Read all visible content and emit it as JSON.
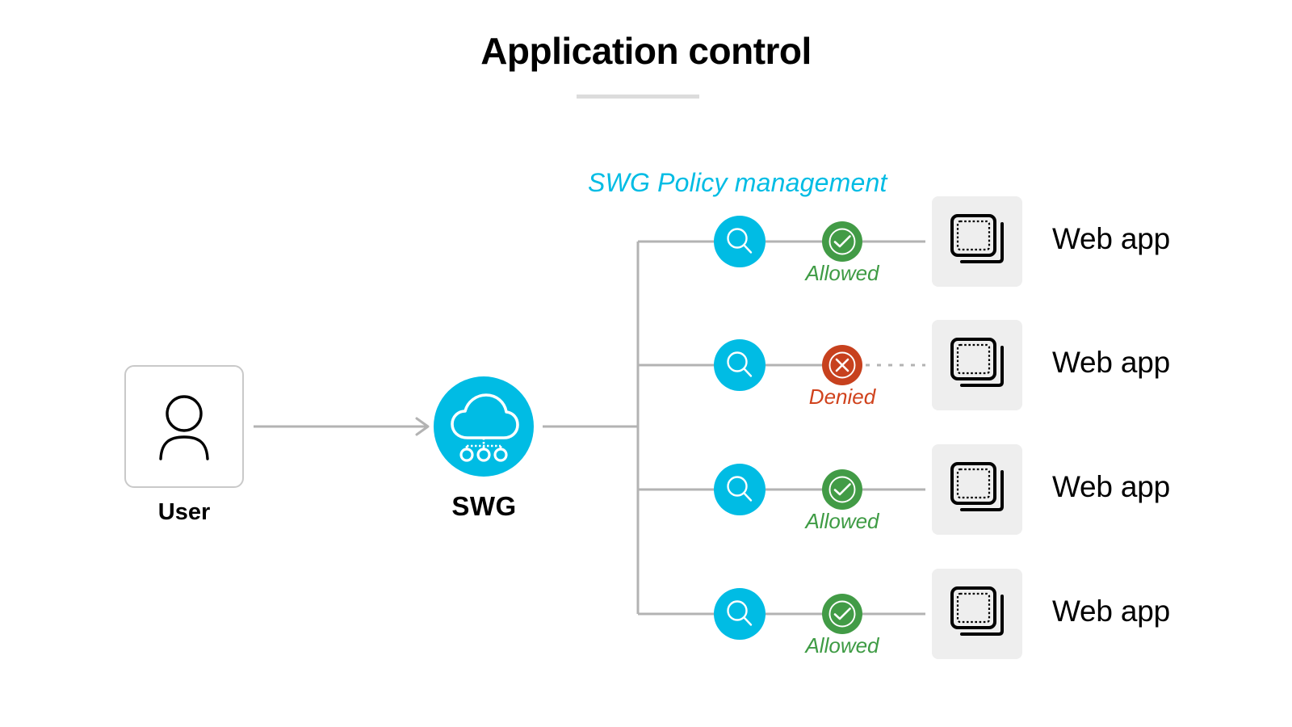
{
  "page": {
    "title": "Application control",
    "background_color": "#ffffff"
  },
  "colors": {
    "accent_cyan": "#00BCE4",
    "allowed_green": "#429B46",
    "denied_red": "#C7411E",
    "wire_gray": "#b3b3b3",
    "rule_gray": "#dcdcdc",
    "app_box_gray": "#eeeeee"
  },
  "section": {
    "label": "SWG Policy management"
  },
  "source": {
    "label": "User",
    "icon": "user-icon"
  },
  "gateway": {
    "label": "SWG",
    "icon": "cloud-icon"
  },
  "flow": {
    "arrow_icon": "arrow-right-icon"
  },
  "policy_rows": [
    {
      "inspect_icon": "magnifier-icon",
      "verdict": "Allowed",
      "verdict_state": "allowed",
      "verdict_icon": "check-circle-icon",
      "destination_label": "Web app",
      "destination_icon": "web-app-icon",
      "outbound_line": "solid"
    },
    {
      "inspect_icon": "magnifier-icon",
      "verdict": "Denied",
      "verdict_state": "denied",
      "verdict_icon": "x-circle-icon",
      "destination_label": "Web app",
      "destination_icon": "web-app-icon",
      "outbound_line": "dashed"
    },
    {
      "inspect_icon": "magnifier-icon",
      "verdict": "Allowed",
      "verdict_state": "allowed",
      "verdict_icon": "check-circle-icon",
      "destination_label": "Web app",
      "destination_icon": "web-app-icon",
      "outbound_line": "solid"
    },
    {
      "inspect_icon": "magnifier-icon",
      "verdict": "Allowed",
      "verdict_state": "allowed",
      "verdict_icon": "check-circle-icon",
      "destination_label": "Web app",
      "destination_icon": "web-app-icon",
      "outbound_line": "solid"
    }
  ]
}
